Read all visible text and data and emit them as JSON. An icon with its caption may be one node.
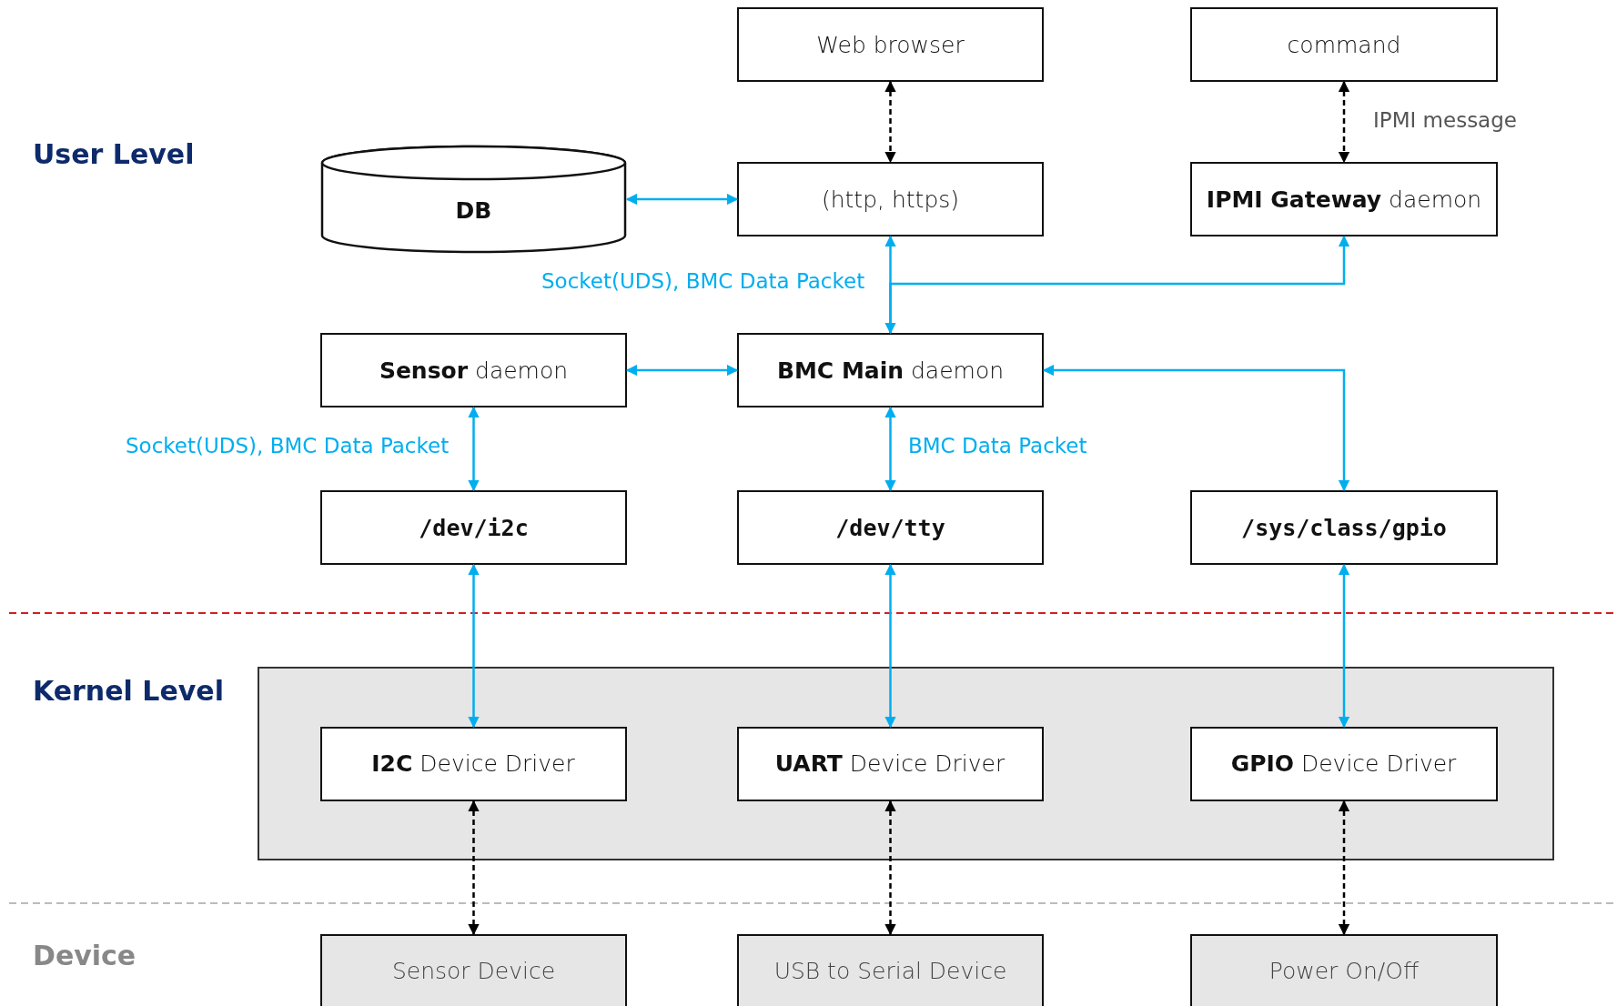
{
  "diagram": {
    "nodes": [
      {
        "text": [
          "Web browser"
        ]
      },
      {
        "text": [
          "command"
        ]
      },
      {
        "text": [
          "**DB**"
        ]
      },
      {
        "text": [
          "(http, https)"
        ]
      },
      {
        "text": [
          "**IPMI Gateway** daemon"
        ]
      },
      {
        "text": [
          "**Sensor** daemon"
        ]
      },
      {
        "text": [
          "**BMC Main** daemon"
        ]
      },
      {
        "text": [
          "/dev/i2c"
        ]
      },
      {
        "text": [
          "/dev/tty"
        ]
      },
      {
        "text": [
          "/sys/class/gpio"
        ]
      },
      {
        "text": [],
        "shape": "box"
      },
      {
        "text": [
          "**I2C** Device Driver"
        ],
        "in": 10
      },
      {
        "text": [
          "**UART** Device Driver"
        ],
        "in": 10
      },
      {
        "text": [
          "**GPIO** Device Driver"
        ],
        "in": 10
      },
      {
        "text": [
          "Sensor Device"
        ]
      },
      {
        "text": [
          "USB to Serial Device"
        ]
      },
      {
        "text": [
          "Power On/Off"
        ]
      }
    ],
    "edges": [
      {
        "from": 0,
        "to": 3,
        "arrow": "both",
        "style": "dashed",
        "color": "#000000"
      },
      {
        "from": 1,
        "to": 4,
        "arrow": "both",
        "style": "dashed",
        "color": "#000000",
        "label": "IPMI message"
      },
      {
        "from": 2,
        "to": 3,
        "arrow": "both"
      },
      {
        "from": 3,
        "to": 6,
        "arrow": "both",
        "label": "Socket(UDS), BMC Data Packet"
      },
      {
        "from": 6,
        "to": 4,
        "arrow": "to"
      },
      {
        "from": 5,
        "to": 6,
        "arrow": "both"
      },
      {
        "from": 6,
        "to": 9,
        "arrow": "both"
      },
      {
        "from": 5,
        "to": 7,
        "arrow": "both",
        "label": "Socket(UDS), BMC Data Packet"
      },
      {
        "from": 6,
        "to": 8,
        "arrow": "both",
        "label": "BMC Data Packet"
      },
      {
        "from": 7,
        "to": 11,
        "arrow": "both"
      },
      {
        "from": 8,
        "to": 12,
        "arrow": "both"
      },
      {
        "from": 9,
        "to": 13,
        "arrow": "both"
      },
      {
        "from": 11,
        "to": 14,
        "arrow": "both",
        "style": "dashed",
        "color": "#000000"
      },
      {
        "from": 12,
        "to": 15,
        "arrow": "both",
        "style": "dashed",
        "color": "#000000"
      },
      {
        "from": 13,
        "to": 16,
        "arrow": "both",
        "style": "dashed",
        "color": "#000000"
      }
    ],
    "labels": [
      "User Level",
      "Kernel Level",
      "Device"
    ]
  }
}
